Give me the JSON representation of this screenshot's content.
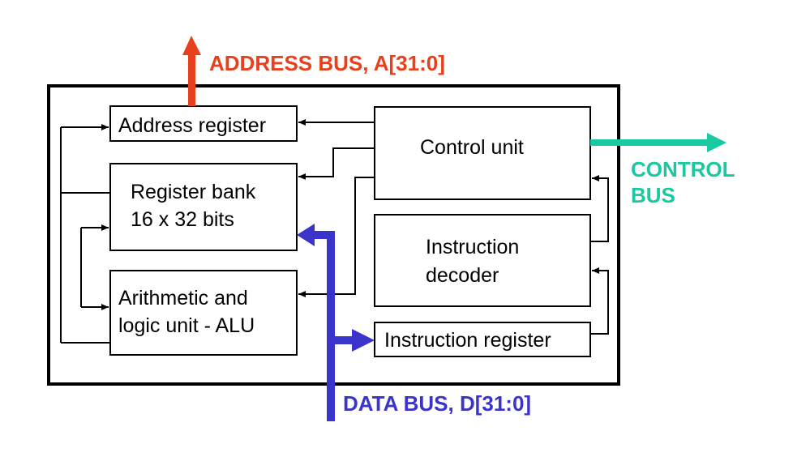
{
  "colors": {
    "address_bus": "#e8401c",
    "control_bus": "#19c9a0",
    "data_bus": "#3a33cc",
    "lines": "#000000"
  },
  "buses": {
    "address": "ADDRESS BUS, A[31:0]",
    "control_line1": "CONTROL",
    "control_line2": "BUS",
    "data": "DATA BUS, D[31:0]"
  },
  "blocks": {
    "address_register": "Address register",
    "register_bank_line1": "Register bank",
    "register_bank_line2": "16 x 32 bits",
    "alu_line1": "Arithmetic and",
    "alu_line2": "logic unit - ALU",
    "control_unit": "Control unit",
    "instruction_decoder_line1": "Instruction",
    "instruction_decoder_line2": "decoder",
    "instruction_register": "Instruction register"
  }
}
